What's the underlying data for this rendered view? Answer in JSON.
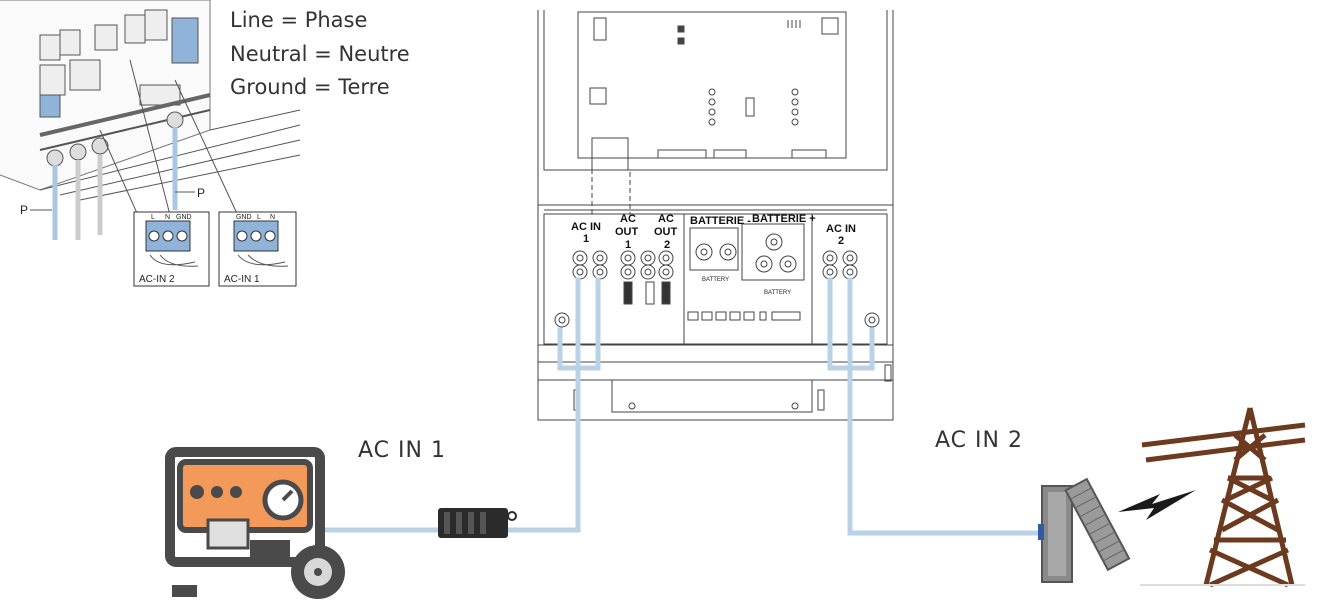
{
  "legend": {
    "line_phase": "Line = Phase",
    "neutral": "Neutral = Neutre",
    "ground": "Ground = Terre"
  },
  "inset": {
    "p_left": "P",
    "p_right": "P",
    "block_left": {
      "terminals": [
        "L",
        "N",
        "GND"
      ],
      "label": "AC-IN 2"
    },
    "block_right": {
      "terminals": [
        "GND",
        "L",
        "N"
      ],
      "label": "AC-IN 1"
    }
  },
  "panel": {
    "ac_in_1": [
      "AC IN",
      "1"
    ],
    "ac_out_1": [
      "AC",
      "OUT",
      "1"
    ],
    "ac_out_2": [
      "AC",
      "OUT",
      "2"
    ],
    "batt_minus": "BATTERIE -",
    "batt_plus": "BATTERIE +",
    "battery_minus_label": "BATTERY",
    "battery_plus_label": "BATTERY",
    "ac_in_2": [
      "AC IN",
      "2"
    ]
  },
  "sources": {
    "ac_in_1": "AC IN 1",
    "ac_in_2": "AC IN 2"
  },
  "colors": {
    "cable": "#b9d2e8",
    "wire_blue": "#a9c6e3",
    "generator_orange": "#f39a5a",
    "generator_frame": "#4a4a4a",
    "tower": "#6b3a1f",
    "terminal_blue": "#8fb3d9"
  },
  "icons": [
    "generator-icon",
    "inline-connector-icon",
    "grid-meter-icon",
    "lightning-bolt-icon",
    "power-tower-icon"
  ]
}
